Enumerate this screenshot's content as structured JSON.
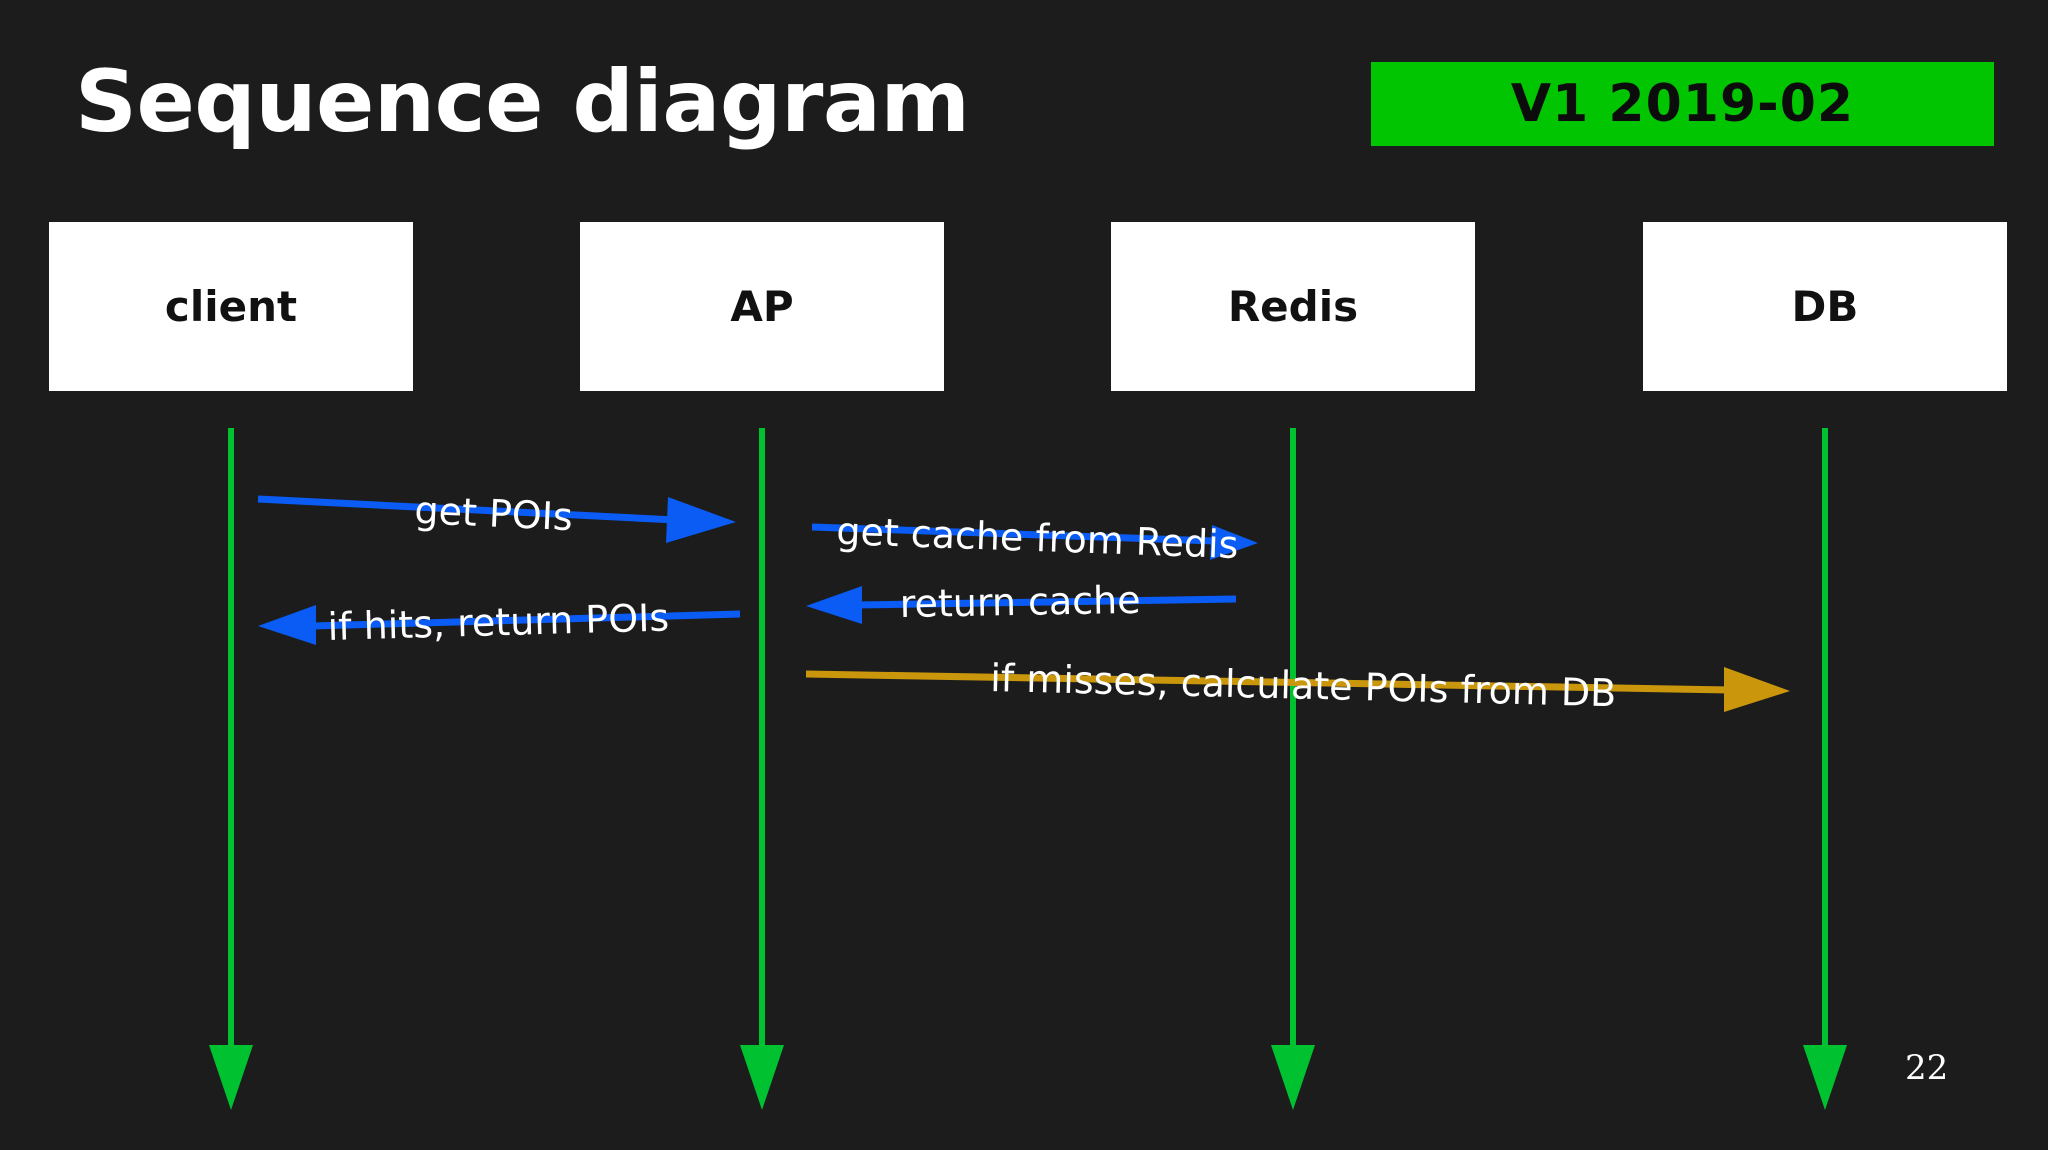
{
  "slide": {
    "title": "Sequence diagram",
    "version_badge": "V1 2019-02",
    "page_number": "22"
  },
  "colors": {
    "background": "#1c1c1c",
    "lifeline": "#00c130",
    "request_arrow": "#0a5cf5",
    "db_arrow": "#c9960c",
    "badge_background": "#00c500"
  },
  "participants": [
    {
      "id": "client",
      "label": "client"
    },
    {
      "id": "ap",
      "label": "AP"
    },
    {
      "id": "redis",
      "label": "Redis"
    },
    {
      "id": "db",
      "label": "DB"
    }
  ],
  "messages": [
    {
      "from": "client",
      "to": "ap",
      "label": "get POIs",
      "color": "blue"
    },
    {
      "from": "ap",
      "to": "redis",
      "label": "get cache from Redis",
      "color": "blue"
    },
    {
      "from": "redis",
      "to": "ap",
      "label": "return cache",
      "color": "blue"
    },
    {
      "from": "ap",
      "to": "client",
      "label": "if hits, return POIs",
      "color": "blue"
    },
    {
      "from": "ap",
      "to": "db",
      "label": "if misses, calculate POIs from DB",
      "color": "gold"
    }
  ]
}
